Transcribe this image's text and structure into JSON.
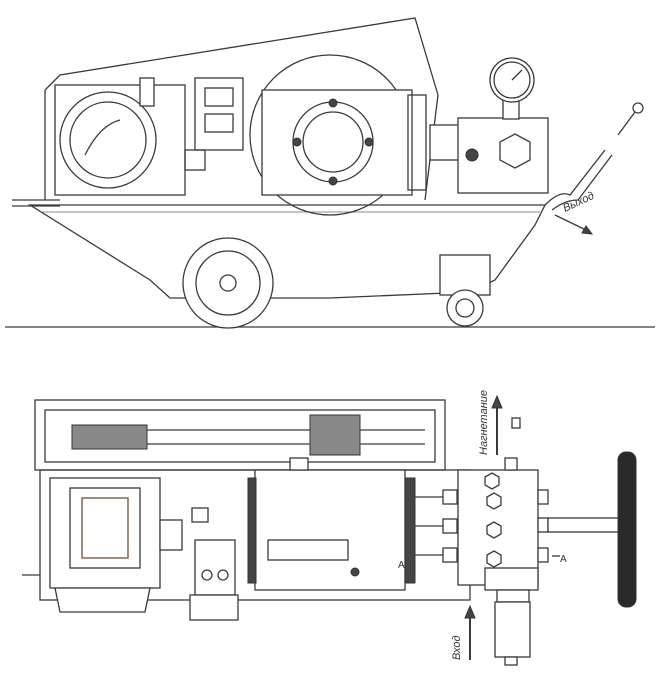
{
  "labels": {
    "outlet": "Выход",
    "discharge": "Нагнетание",
    "inlet": "Вход",
    "section_mark_left": "A",
    "section_mark_right": "A"
  }
}
